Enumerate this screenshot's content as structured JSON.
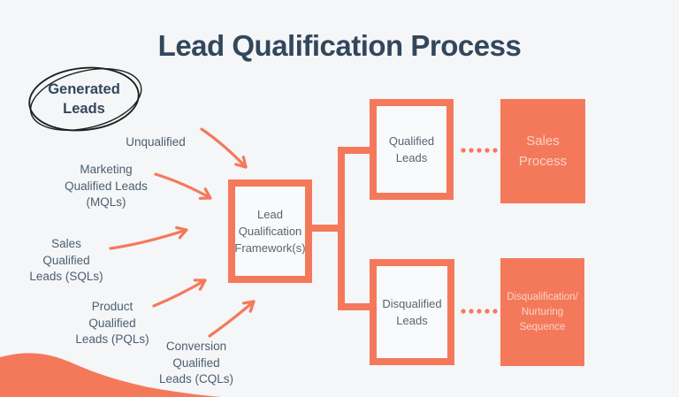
{
  "title": "Lead Qualification Process",
  "colors": {
    "background": "#F4F6F8",
    "accent_orange": "#F4795B",
    "title_navy": "#33475B",
    "label_gray": "#4E5E6E",
    "box_text_gray": "#5A6470",
    "light_text_on_orange": "#FAD2C5",
    "sketch_black": "#1F1F1F"
  },
  "generated_leads": {
    "lines": [
      "Generated",
      "Leads"
    ]
  },
  "sources": [
    {
      "id": "unqualified",
      "lines": [
        "Unqualified"
      ]
    },
    {
      "id": "mqls",
      "lines": [
        "Marketing",
        "Qualified Leads",
        "(MQLs)"
      ]
    },
    {
      "id": "sqls",
      "lines": [
        "Sales",
        "Qualified",
        "Leads (SQLs)"
      ]
    },
    {
      "id": "pqls",
      "lines": [
        "Product",
        "Qualified",
        "Leads (PQLs)"
      ]
    },
    {
      "id": "cqls",
      "lines": [
        "Conversion",
        "Qualified",
        "Leads (CQLs)"
      ]
    }
  ],
  "center_box": {
    "lines": [
      "Lead",
      "Qualification",
      "Framework(s)"
    ]
  },
  "outcomes": [
    {
      "id": "qualified",
      "lines": [
        "Qualified",
        "Leads"
      ]
    },
    {
      "id": "disqualified",
      "lines": [
        "Disqualified",
        "Leads"
      ]
    }
  ],
  "endpoints": [
    {
      "id": "sales-process",
      "lines": [
        "Sales",
        "Process"
      ]
    },
    {
      "id": "disqualification-nurturing",
      "lines": [
        "Disqualification/",
        "Nurturing",
        "Sequence"
      ]
    }
  ]
}
